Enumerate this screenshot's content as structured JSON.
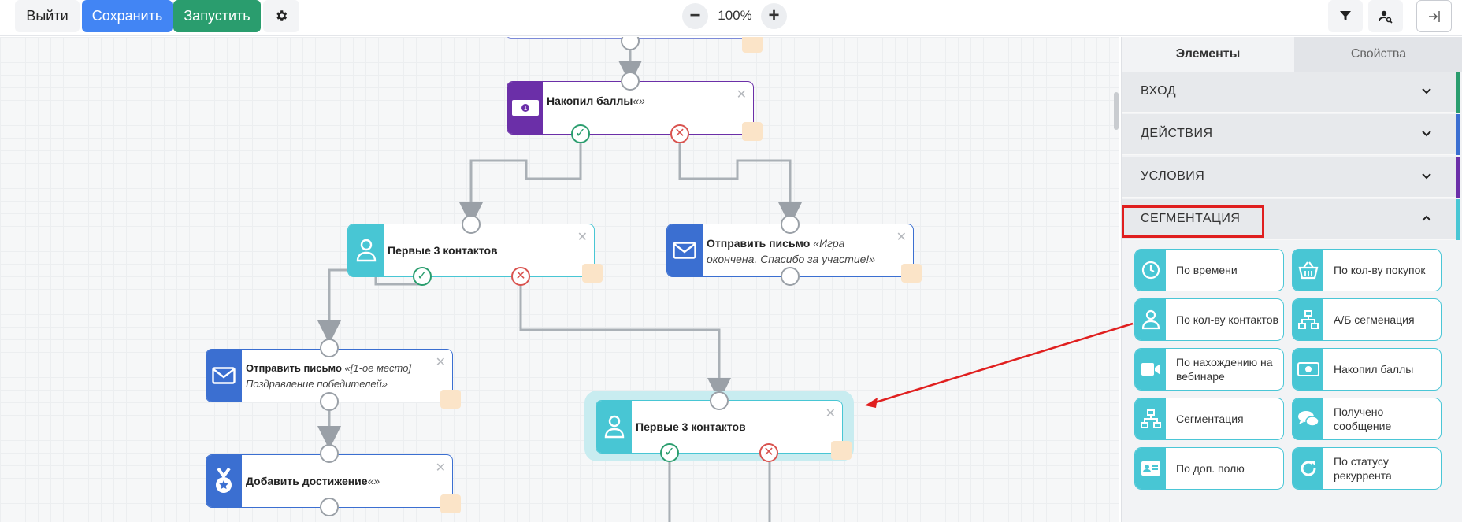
{
  "toolbar": {
    "exit_label": "Выйти",
    "save_label": "Сохранить",
    "run_label": "Запустить",
    "zoom_level": "100%",
    "zoom_out": "−",
    "zoom_in": "+"
  },
  "canvas": {
    "nodes": [
      {
        "id": "n1",
        "title": "Накопил баллы",
        "subtitle": "«»",
        "icon": "money-icon",
        "color": "#6b2fa8"
      },
      {
        "id": "n2",
        "title": "Первые 3 контактов",
        "subtitle": "",
        "icon": "person-icon",
        "color": "#48c6d4"
      },
      {
        "id": "n3",
        "title": "Отправить письмо",
        "subtitle": "«Игра окончена. Спасибо за участие!»",
        "icon": "envelope-icon",
        "color": "#3b6fd1"
      },
      {
        "id": "n4",
        "title": "Отправить письмо",
        "subtitle": "«[1-ое место] Поздравление победителей»",
        "icon": "envelope-icon",
        "color": "#3b6fd1"
      },
      {
        "id": "n5",
        "title": "Добавить достижение",
        "subtitle": "«»",
        "icon": "medal-icon",
        "color": "#3b6fd1"
      },
      {
        "id": "n6",
        "title": "Первые 3 контактов",
        "subtitle": "",
        "icon": "person-icon",
        "color": "#48c6d4"
      }
    ]
  },
  "sidebar": {
    "tabs": [
      {
        "label": "Элементы",
        "active": true
      },
      {
        "label": "Свойства",
        "active": false
      }
    ],
    "categories": [
      {
        "label": "ВХОД",
        "color": "#2a9d6e",
        "expanded": false
      },
      {
        "label": "ДЕЙСТВИЯ",
        "color": "#3b6fd1",
        "expanded": false
      },
      {
        "label": "УСЛОВИЯ",
        "color": "#6b2fa8",
        "expanded": false
      },
      {
        "label": "СЕГМЕНТАЦИЯ",
        "color": "#48c6d4",
        "expanded": true
      }
    ],
    "segmentation_items": [
      {
        "label": "По времени",
        "icon": "clock-icon"
      },
      {
        "label": "По кол-ву покупок",
        "icon": "basket-icon"
      },
      {
        "label": "По кол-ву контактов",
        "icon": "person-icon"
      },
      {
        "label": "А/Б сегменация",
        "icon": "split-icon"
      },
      {
        "label": "По нахождению на вебинаре",
        "icon": "video-icon"
      },
      {
        "label": "Накопил баллы",
        "icon": "money-icon"
      },
      {
        "label": "Сегментация",
        "icon": "split-icon"
      },
      {
        "label": "Получено сообщение",
        "icon": "chat-icon"
      },
      {
        "label": "По доп. полю",
        "icon": "id-card-icon"
      },
      {
        "label": "По статусу рекуррента",
        "icon": "refresh-icon"
      }
    ]
  },
  "colors": {
    "accent_red": "#e01f1f",
    "success": "#2a9d6e",
    "danger": "#d9534f",
    "primary": "#4285f4"
  }
}
